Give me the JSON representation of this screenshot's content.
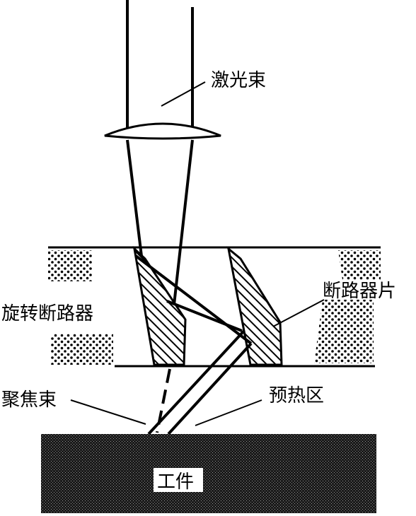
{
  "labels": {
    "laser_beam": "激光束",
    "rotary_chopper": "旋转断路器",
    "chopper_blade": "断路器片",
    "focused_beam": "聚焦束",
    "preheat_zone": "预热区",
    "workpiece": "工件"
  },
  "colors": {
    "ink": "#000000",
    "paper": "#ffffff"
  }
}
